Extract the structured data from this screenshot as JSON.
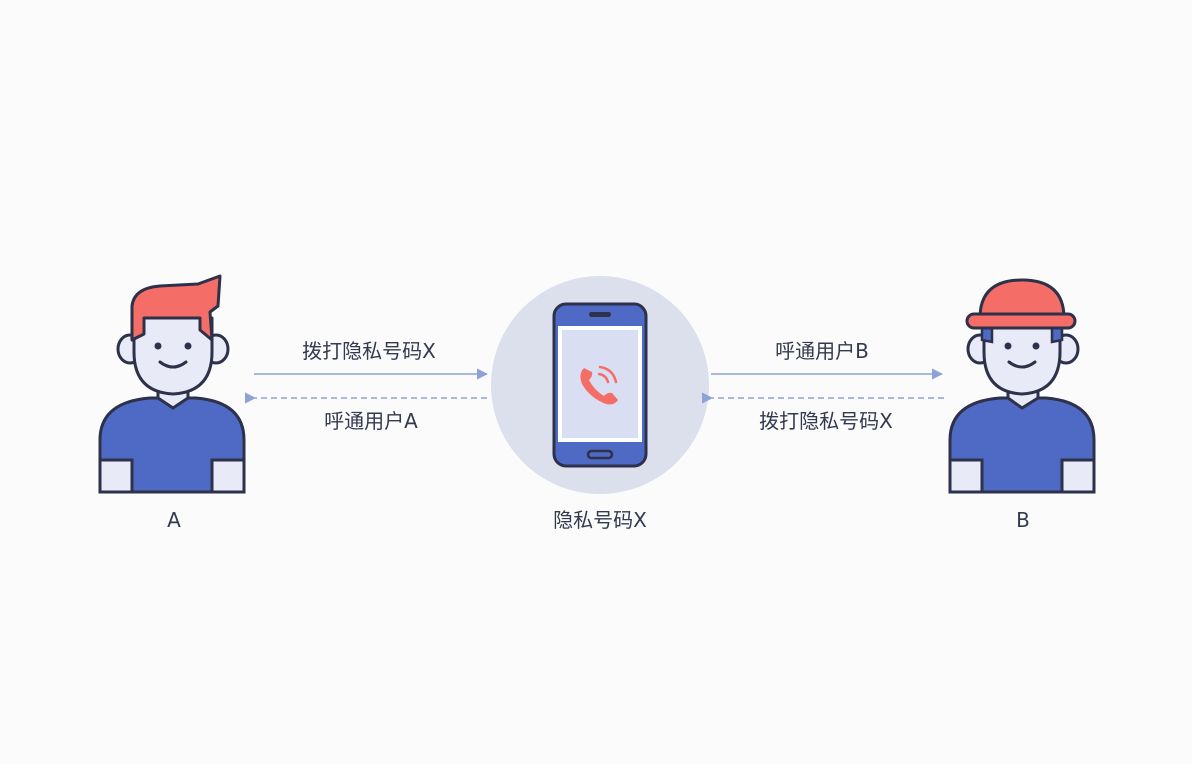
{
  "colors": {
    "background": "#fbfbfc",
    "hair": "#f46e67",
    "shirt": "#4f6ac5",
    "skin": "#e8ebf7",
    "outline": "#2d3149",
    "arrow": "#8ea2d6",
    "circle": "#dcdfec",
    "screen": "#d9def3",
    "phone_icon": "#f46e67"
  },
  "person_a": {
    "label": "A"
  },
  "person_b": {
    "label": "B"
  },
  "phone": {
    "label": "隐私号码X",
    "icon": "phone-call-icon"
  },
  "left_arrows": {
    "top_label": "拨打隐私号码X",
    "bottom_label": "呼通用户A"
  },
  "right_arrows": {
    "top_label": "呼通用户B",
    "bottom_label": "拨打隐私号码X"
  }
}
